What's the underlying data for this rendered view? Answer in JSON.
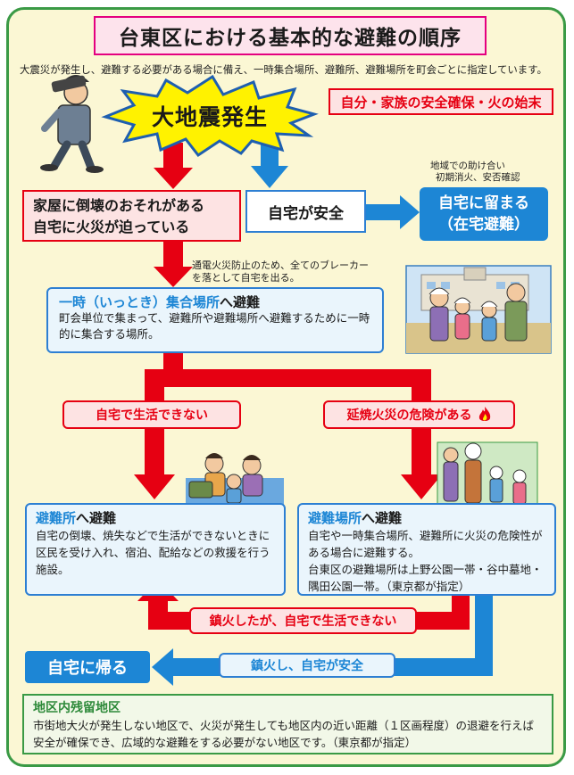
{
  "title": "台東区における基本的な避難の順序",
  "intro": "大震災が発生し、避難する必要がある場合に備え、一時集合場所、避難所、避難場所を町会ごとに指定しています。",
  "earthquake": "大地震発生",
  "self_safety": "自分・家族の安全確保・火の始末",
  "collapse": {
    "line1": "家屋に倒壊のおそれがある",
    "line2": "自宅に火災が迫っている"
  },
  "home_safe": "自宅が安全",
  "stay_note": {
    "line1": "地域での助け合い",
    "line2": "初期消火、安否確認"
  },
  "stay_home": {
    "line1": "自宅に留まる",
    "line2": "（在宅避難）"
  },
  "breaker_note": {
    "line1": "通電火災防止のため、全てのブレーカー",
    "line2": "を落として自宅を出る。"
  },
  "temporary": {
    "heading_em": "一時（いっとき）集合場所",
    "heading_rest": "へ避難",
    "desc": "町会単位で集まって、避難所や避難場所へ避難するために一時的に集合する場所。"
  },
  "cannot_live": "自宅で生活できない",
  "fire_danger": "延焼火災の危険がある",
  "shelter": {
    "heading_em": "避難所",
    "heading_rest": "へ避難",
    "desc": "自宅の倒壊、焼失などで生活ができないときに区民を受け入れ、宿泊、配給などの救援を行う施設。"
  },
  "evac_place": {
    "heading_em": "避難場所",
    "heading_rest": "へ避難",
    "desc1": "自宅や一時集合場所、避難所に火災の危険性がある場合に避難する。",
    "desc2": "台東区の避難場所は上野公園一帯・谷中墓地・隅田公園一帯。（東京都が指定）"
  },
  "extinguished_cannot": "鎮火したが、自宅で生活できない",
  "extinguished_safe": "鎮火し、自宅が安全",
  "return_home": "自宅に帰る",
  "district": {
    "title": "地区内残留地区",
    "desc": "市街地大火が発生しない地区で、火災が発生しても地区内の近い距離（１区画程度）の退避を行えば安全が確保でき、広域的な避難をする必要がない地区です。（東京都が指定）"
  },
  "icons": [
    "running-man-icon",
    "family-icon",
    "evacuees-icon",
    "fire-icon",
    "school-icon"
  ],
  "colors": {
    "red": "#e60012",
    "blue": "#1d86d5",
    "green": "#3a9a45",
    "pink": "#e4007f",
    "yellow": "#fff200"
  }
}
